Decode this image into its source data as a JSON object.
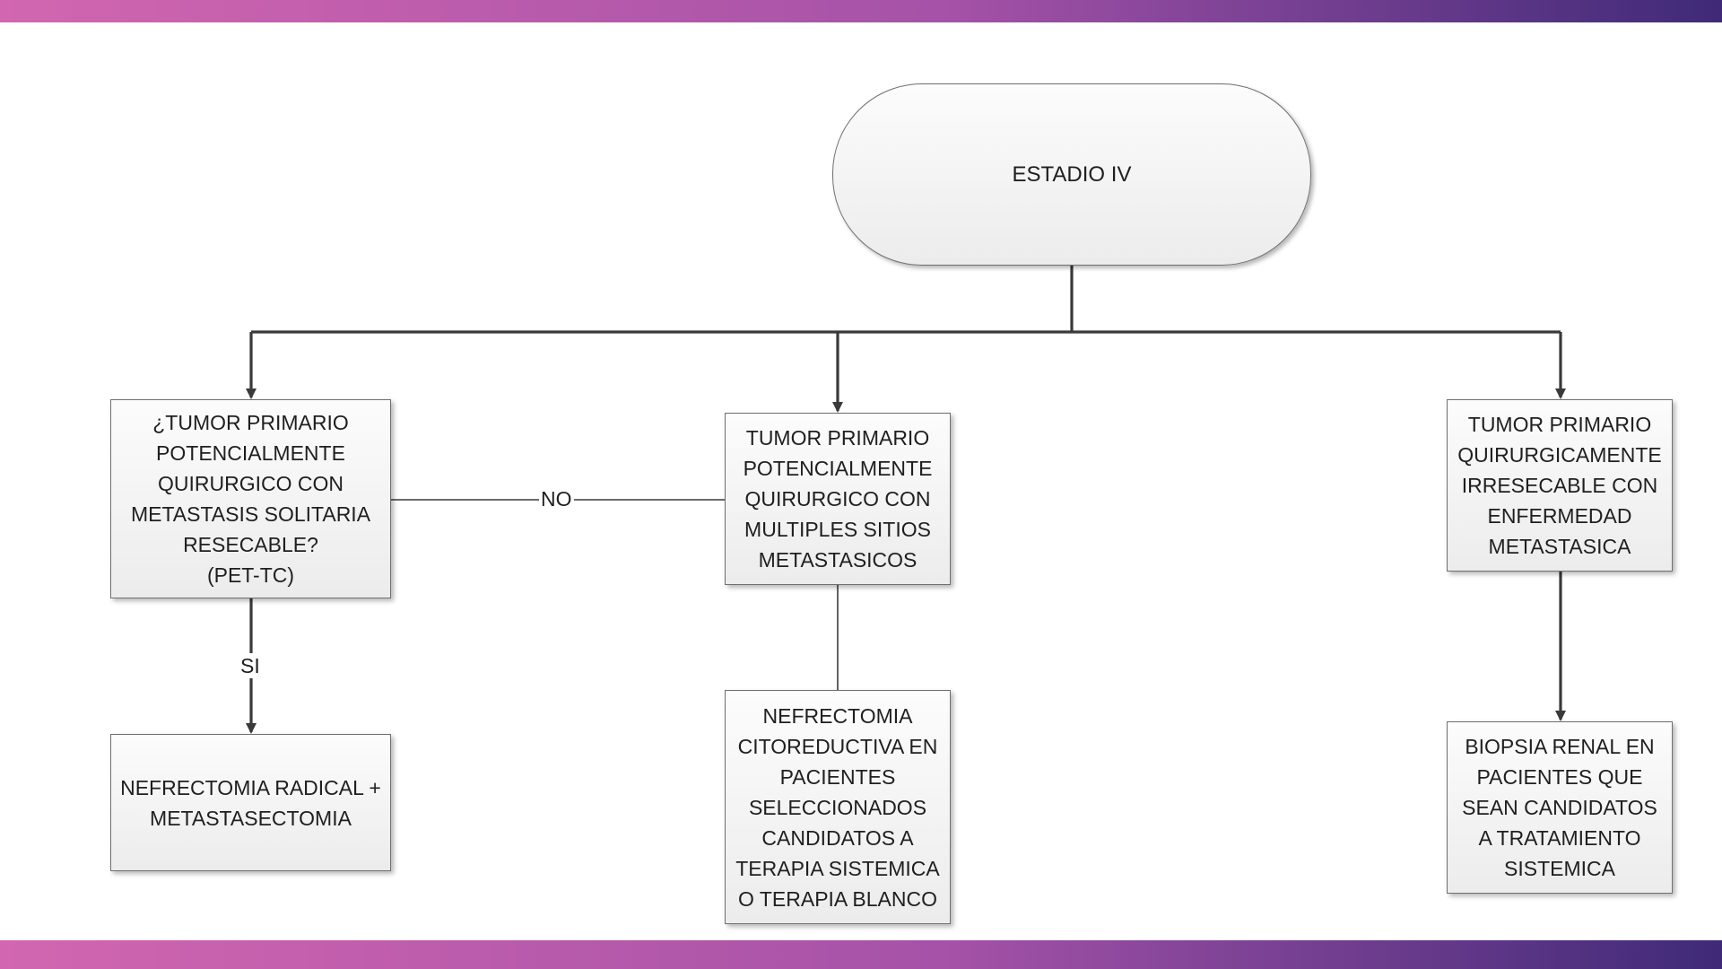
{
  "colors": {
    "band_start": "#d266b0",
    "band_end": "#3f2a78",
    "line": "#3a3a3a",
    "node_fill_top": "#fcfcfc",
    "node_fill_bottom": "#ececec",
    "node_border": "#6f6f6f"
  },
  "nodes": {
    "start": "ESTADIO IV",
    "question": "¿TUMOR PRIMARIO\nPOTENCIALMENTE\nQUIRURGICO CON\nMETASTASIS SOLITARIA\nRESECABLE?\n(PET-TC)",
    "multiple": "TUMOR PRIMARIO\nPOTENCIALMENTE\nQUIRURGICO CON\nMULTIPLES SITIOS\nMETASTASICOS",
    "unresectable": "TUMOR PRIMARIO\nQUIRURGICAMENTE\nIRRESECABLE CON\nENFERMEDAD\nMETASTASICA",
    "radical": "NEFRECTOMIA RADICAL +\nMETASTASECTOMIA",
    "cytoreductive": "NEFRECTOMIA\nCITOREDUCTIVA EN\nPACIENTES\nSELECCIONADOS\nCANDIDATOS A\nTERAPIA SISTEMICA\nO TERAPIA BLANCO",
    "biopsy": "BIOPSIA RENAL EN\nPACIENTES QUE\nSEAN CANDIDATOS\nA TRATAMIENTO\nSISTEMICA"
  },
  "edges": {
    "no_label": "NO",
    "si_label": "SI"
  }
}
